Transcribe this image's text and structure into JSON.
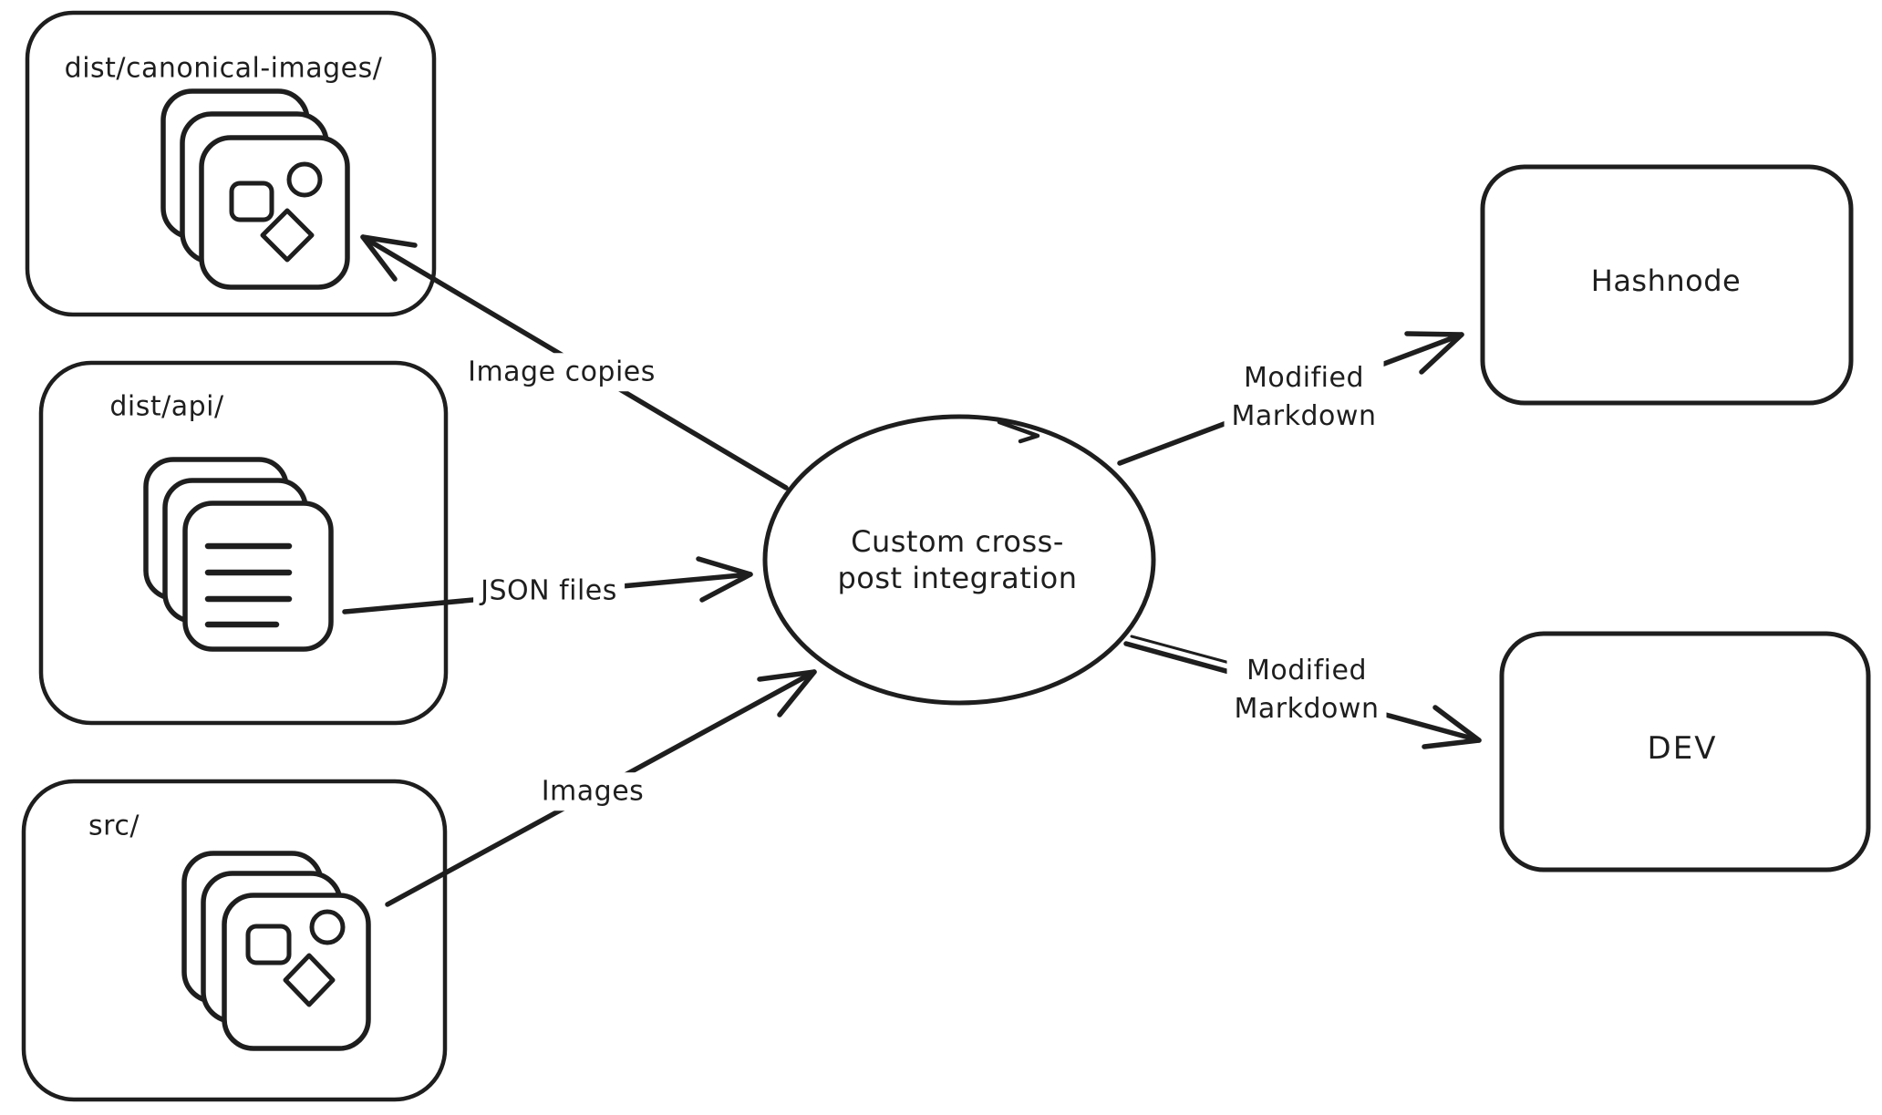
{
  "colors": {
    "stroke": "#1e1e1e",
    "background": "#ffffff",
    "label_background": "#ffffff"
  },
  "nodes": {
    "canonical_images": {
      "label": "dist/canonical-images/",
      "icon": "image-stack-icon"
    },
    "dist_api": {
      "label": "dist/api/",
      "icon": "document-stack-icon"
    },
    "src": {
      "label": "src/",
      "icon": "image-stack-icon"
    },
    "integration": {
      "shape": "ellipse",
      "label": "Custom cross-post integration",
      "lines": [
        "Custom cross-",
        "post integration"
      ]
    },
    "hashnode": {
      "label": "Hashnode"
    },
    "dev": {
      "label": "DEV"
    }
  },
  "edges": {
    "image_copies": {
      "from": "integration",
      "to": "canonical_images",
      "label": "Image copies"
    },
    "json_files": {
      "from": "dist_api",
      "to": "integration",
      "label": "JSON files"
    },
    "images": {
      "from": "src",
      "to": "integration",
      "label": "Images"
    },
    "markdown_to_hashnode": {
      "from": "integration",
      "to": "hashnode",
      "label": "Modified Markdown",
      "lines": [
        "Modified",
        "Markdown"
      ]
    },
    "markdown_to_dev": {
      "from": "integration",
      "to": "dev",
      "label": "Modified Markdown",
      "lines": [
        "Modified",
        "Markdown"
      ]
    }
  }
}
